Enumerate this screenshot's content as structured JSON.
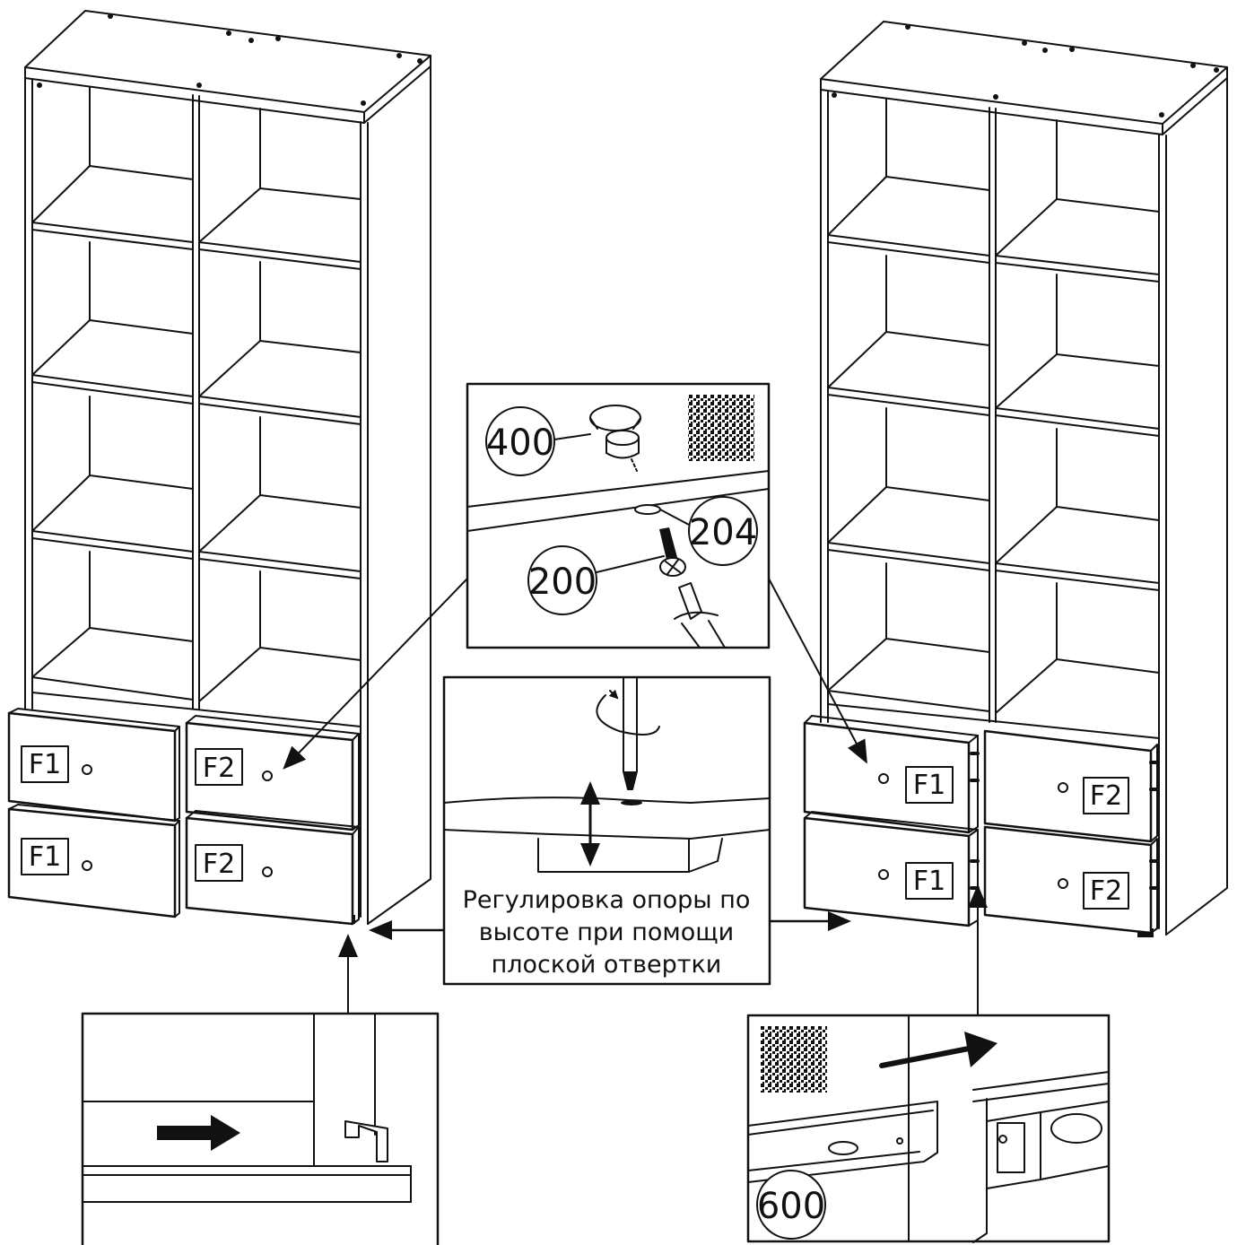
{
  "labels": {
    "drawer_f1": "F1",
    "drawer_f2": "F2"
  },
  "parts": {
    "foot": "400",
    "screw": "200",
    "washer": "204",
    "runner": "600"
  },
  "caption": {
    "line1": "Регулировка опоры по",
    "line2": "высоте при помощи",
    "line3": "плоской отвертки"
  },
  "colors": {
    "ink": "#111111",
    "paper": "#ffffff",
    "panel_fill": "#f2f2f2"
  },
  "icons": [
    "qr-code-icon",
    "arrow-icon",
    "screwdriver-icon",
    "rotate-icon"
  ]
}
